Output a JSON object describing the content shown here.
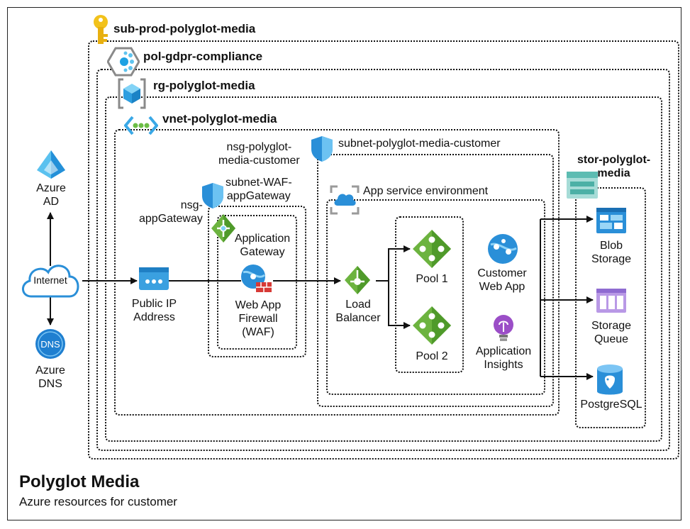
{
  "containers": {
    "subscription": "sub-prod-polyglot-media",
    "policy": "pol-gdpr-compliance",
    "resource_group": "rg-polyglot-media",
    "vnet": "vnet-polyglot-media",
    "nsg_customer": "nsg-polyglot-\nmedia-customer",
    "subnet_customer": "subnet-polyglot-media-customer",
    "subnet_waf": "subnet-WAF-\nappGateway",
    "nsg_appgateway": "nsg-\nappGateway",
    "ase": "App service environment",
    "storage_account": "stor-polyglot-\nmedia"
  },
  "nodes": {
    "azure_ad": "Azure\nAD",
    "internet": "Internet",
    "azure_dns": "Azure\nDNS",
    "dns_badge": "DNS",
    "public_ip": "Public IP\nAddress",
    "app_gateway": "Application\nGateway",
    "waf": "Web App\nFirewall\n(WAF)",
    "load_balancer": "Load\nBalancer",
    "pool1": "Pool 1",
    "pool2": "Pool 2",
    "customer_web_app": "Customer\nWeb App",
    "app_insights": "Application\nInsights",
    "blob_storage": "Blob\nStorage",
    "storage_queue": "Storage\nQueue",
    "postgresql": "PostgreSQL"
  },
  "footer": {
    "title": "Polyglot Media",
    "subtitle": "Azure resources for customer"
  }
}
